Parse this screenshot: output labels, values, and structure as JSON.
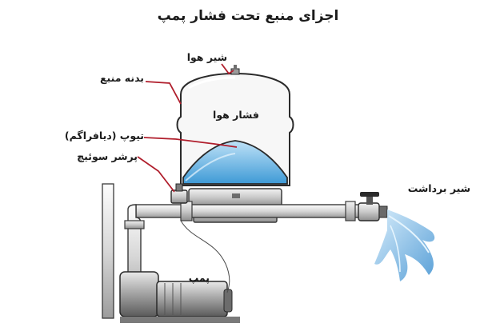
{
  "title": "اجزای منبع تحت فشار پمپ",
  "labels": {
    "air_valve": "شیر هوا",
    "tank_body": "بدنه منبع",
    "air_pressure": "فشار هوا",
    "diaphragm": "تیوپ (دیافراگم)",
    "pressure_switch": "پرشر سوئیچ",
    "outlet_valve": "شیر برداشت",
    "pump": "پمپ"
  },
  "colors": {
    "callout_line": "#b01e2c",
    "water": "#6db8e6",
    "tank_outline": "#2a2a2a",
    "metal": "#bcbcbc"
  }
}
